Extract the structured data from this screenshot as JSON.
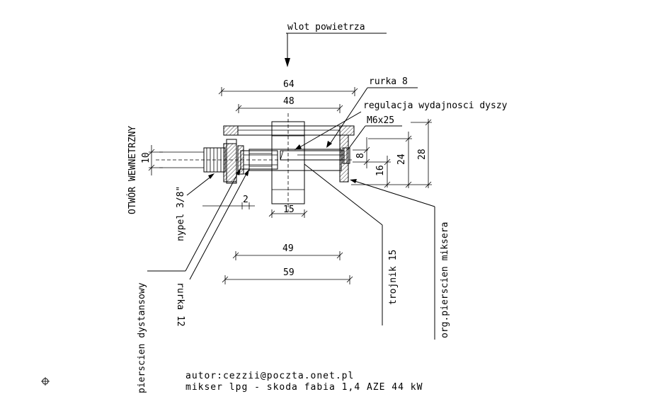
{
  "labels": {
    "air_inlet": "wlot powietrza",
    "tube_8": "rurka 8",
    "nozzle_adjust": "regulacja wydajnosci dyszy",
    "bolt": "M6x25",
    "inner_hole": "OTWÓR WEWNETRZNY",
    "nipple": "nypel 3/8\"",
    "spacer_ring": "pierscien dystansowy",
    "tube_12": "rurka 12",
    "tee": "trojnik 15",
    "mixer_ring": "org.pierscien miksera"
  },
  "dimensions": {
    "d64": "64",
    "d48": "48",
    "d10": "10",
    "d2": "2",
    "d15": "15",
    "d49": "49",
    "d59": "59",
    "d8": "8",
    "d16": "16",
    "d24": "24",
    "d28": "28"
  },
  "footer": {
    "author": "autor:cezzii@poczta.onet.pl",
    "title": "mikser lpg - skoda fabia 1,4 AZE 44 kW"
  }
}
